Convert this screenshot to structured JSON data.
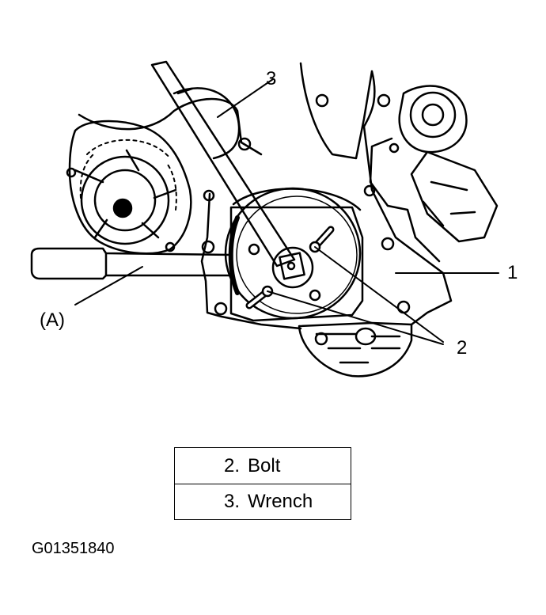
{
  "callouts": {
    "c1": "1",
    "c2": "2",
    "c3": "3",
    "cA": "(A)"
  },
  "legend": [
    {
      "num": "2.",
      "text": "Bolt"
    },
    {
      "num": "3.",
      "text": "Wrench"
    }
  ],
  "figure_id": "G01351840"
}
